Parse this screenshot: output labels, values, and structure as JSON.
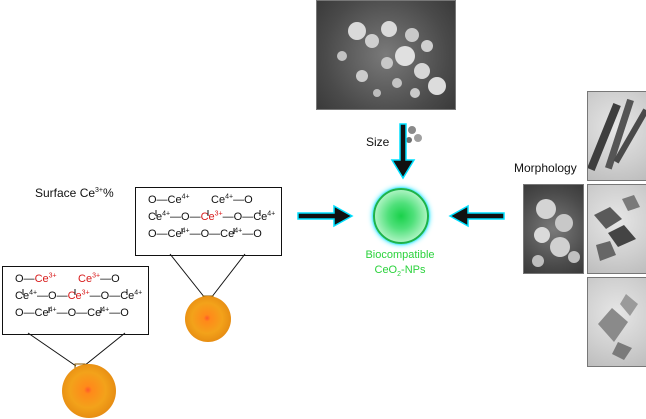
{
  "labels": {
    "size": "Size",
    "morphology": "Morphology",
    "surface_prefix": "Surface Ce",
    "surface_sup": "3+",
    "surface_suffix": "%",
    "product_line1": "Biocompatible",
    "product_line2_pre": "CeO",
    "product_line2_sub": "2",
    "product_line2_post": "-NPs"
  },
  "colors": {
    "arrow_fill": "#111111",
    "arrow_glow": "#00e0ff",
    "ce3_red": "#d81b1b",
    "product_green": "#2bd23c"
  },
  "icons": [
    "arrow-down-icon",
    "arrow-right-icon",
    "arrow-left-icon",
    "particle-dots-icon"
  ]
}
